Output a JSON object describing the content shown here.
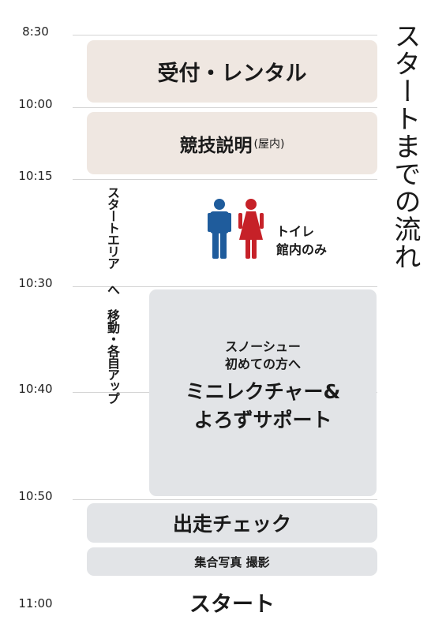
{
  "side_title": "スタートまでの流れ",
  "times": [
    "8:30",
    "10:00",
    "10:15",
    "10:30",
    "10:40",
    "10:50",
    "11:00"
  ],
  "blocks": {
    "reception": "受付・レンタル",
    "briefing_main": "競技説明",
    "briefing_sub": "(屋内)",
    "move_area": "スタートエリア へ 移動・各自アップ",
    "toilet_line1": "トイレ",
    "toilet_line2": "館内のみ",
    "lecture_intro1": "スノーシュー",
    "lecture_intro2": "初めての方へ",
    "lecture_line1": "ミニレクチャー&",
    "lecture_line2": "よろずサポート",
    "check": "出走チェック",
    "photo": "集合写真 撮影",
    "start": "スタート"
  },
  "colors": {
    "beige": "#efe7e1",
    "gray": "#e2e4e7",
    "male": "#1f5c9c",
    "female": "#c62128"
  }
}
